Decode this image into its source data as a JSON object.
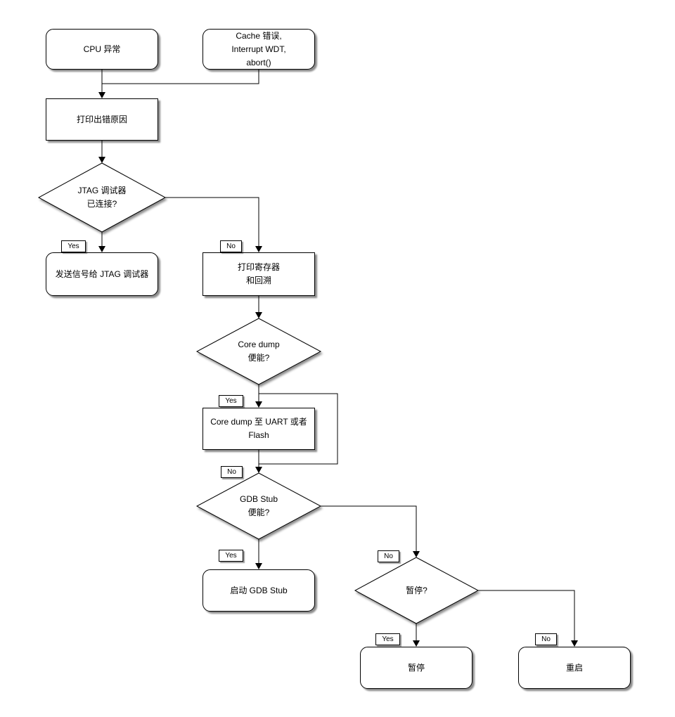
{
  "diagram": {
    "background_color": "#ffffff",
    "line_color": "#000000",
    "shape_fill_color": "#ffffff"
  },
  "nodes": {
    "cpu_exception": {
      "label": "CPU 异常",
      "shape": "rounded"
    },
    "cache_error": {
      "label": "Cache 错误,\nInterrupt WDT,\nabort()",
      "shape": "rounded"
    },
    "print_reason": {
      "label": "打印出错原因",
      "shape": "rect"
    },
    "jtag_connected": {
      "label": "JTAG 调试器\n已连接?",
      "shape": "diamond"
    },
    "signal_jtag": {
      "label": "发送信号给 JTAG 调试器",
      "shape": "rounded"
    },
    "print_registers": {
      "label": "打印寄存器\n和回溯",
      "shape": "rect"
    },
    "coredump_enabled": {
      "label": "Core dump\n便能?",
      "shape": "diamond"
    },
    "coredump_target": {
      "label": "Core dump 至 UART 或者 Flash",
      "shape": "rect"
    },
    "gdbstub_enabled": {
      "label": "GDB Stub\n便能?",
      "shape": "diamond"
    },
    "start_gdbstub": {
      "label": "启动 GDB Stub",
      "shape": "rounded"
    },
    "halt_question": {
      "label": "暂停?",
      "shape": "diamond"
    },
    "halt": {
      "label": "暂停",
      "shape": "rounded"
    },
    "reboot": {
      "label": "重启",
      "shape": "rounded"
    }
  },
  "edge_labels": {
    "jtag_yes": "Yes",
    "jtag_no": "No",
    "coredump_yes": "Yes",
    "coredump_no": "No",
    "gdbstub_yes": "Yes",
    "gdbstub_no": "No",
    "halt_yes": "Yes",
    "halt_no": "No"
  }
}
